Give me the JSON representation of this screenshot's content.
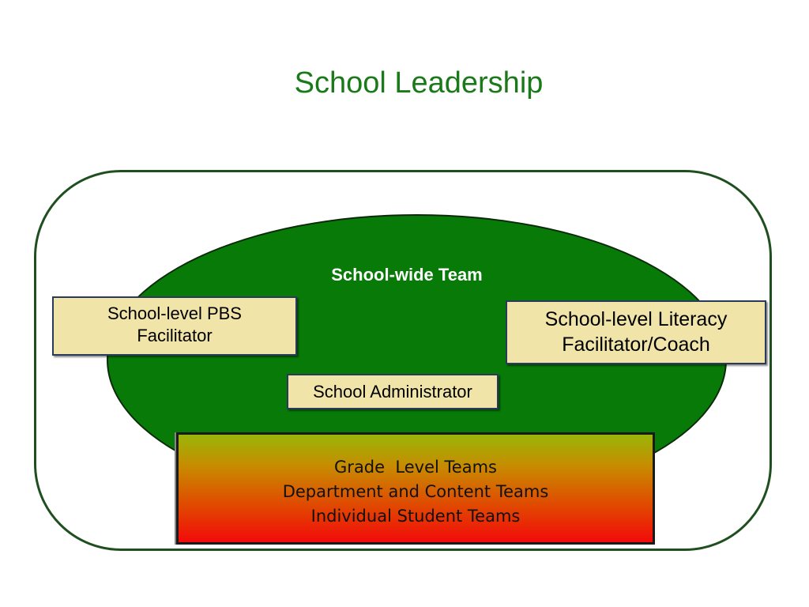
{
  "title": "School Leadership",
  "diagram": {
    "team_label": "School-wide Team",
    "roles": {
      "pbs": [
        "School-level PBS",
        "Facilitator"
      ],
      "literacy": [
        "School-level Literacy",
        "Facilitator/Coach"
      ],
      "admin": "School Administrator"
    },
    "sub_teams": [
      "Grade  Level Teams",
      "Department and Content Teams",
      "Individual Student Teams"
    ]
  },
  "colors": {
    "title": "#1a7a1a",
    "ellipse": "#087a08",
    "role_box": "#f0e4a8",
    "gradient_top": "#9ab60a",
    "gradient_bottom": "#f20a0a"
  }
}
